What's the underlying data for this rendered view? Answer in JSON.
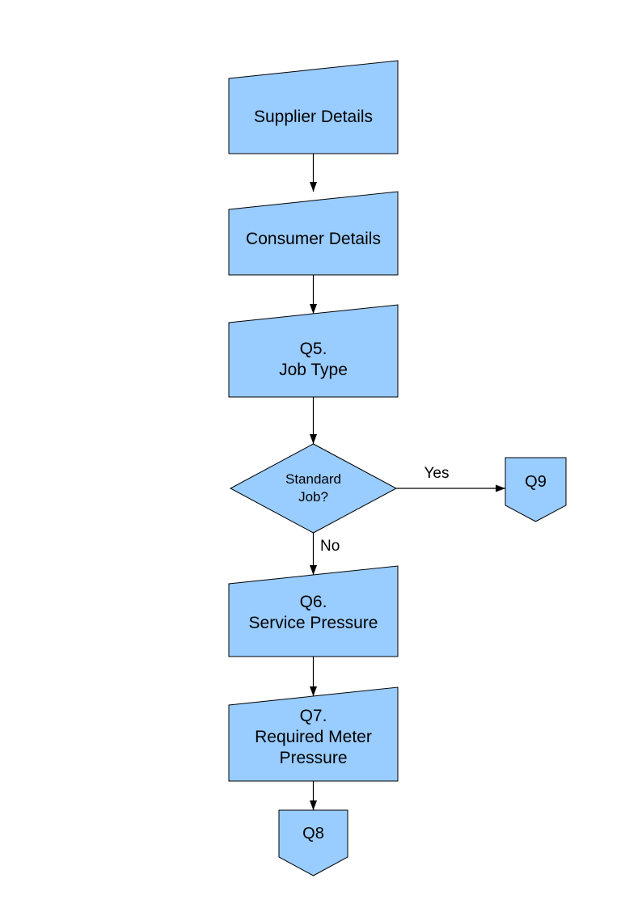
{
  "colors": {
    "node_fill": "#99CCFF",
    "node_stroke": "#000000",
    "text": "#000000"
  },
  "nodes": {
    "supplier": {
      "label": "Supplier Details",
      "shape": "manual-input"
    },
    "consumer": {
      "label": "Consumer Details",
      "shape": "manual-input"
    },
    "q5": {
      "label": "Q5.\nJob Type",
      "shape": "manual-input"
    },
    "decision": {
      "label": "Standard\nJob?",
      "shape": "decision"
    },
    "q9": {
      "label": "Q9",
      "shape": "off-page-connector"
    },
    "q6": {
      "label": "Q6.\nService Pressure",
      "shape": "manual-input"
    },
    "q7": {
      "label": "Q7.\nRequired Meter\nPressure",
      "shape": "manual-input"
    },
    "q8": {
      "label": "Q8",
      "shape": "off-page-connector"
    }
  },
  "edges": {
    "yes_label": "Yes",
    "no_label": "No"
  }
}
